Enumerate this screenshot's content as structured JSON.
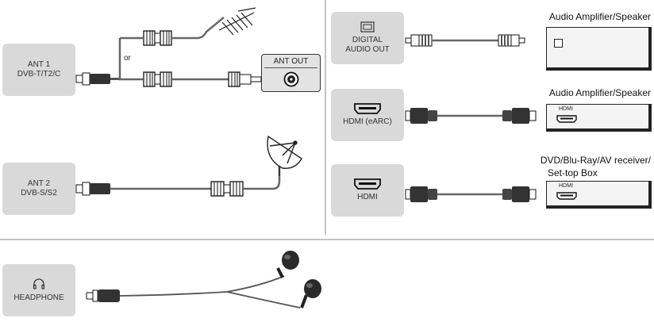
{
  "ports": {
    "ant1": [
      "ANT 1",
      "DVB-T/T2/C"
    ],
    "ant2": [
      "ANT 2",
      "DVB-S/S2"
    ],
    "digital_audio": [
      "DIGITAL",
      "AUDIO OUT"
    ],
    "hdmi_earc": "HDMI (eARC)",
    "hdmi": "HDMI",
    "headphone": "HEADPHONE",
    "ant_out": "ANT OUT"
  },
  "or_text": "or",
  "devices": {
    "amp1": "Audio Amplifier/Speaker",
    "amp2": "Audio Amplifier/Speaker",
    "dvd_line1": "DVD/Blu-Ray/AV receiver/",
    "dvd_line2": "Set-top Box",
    "hdmi_badge": "HDMI"
  }
}
